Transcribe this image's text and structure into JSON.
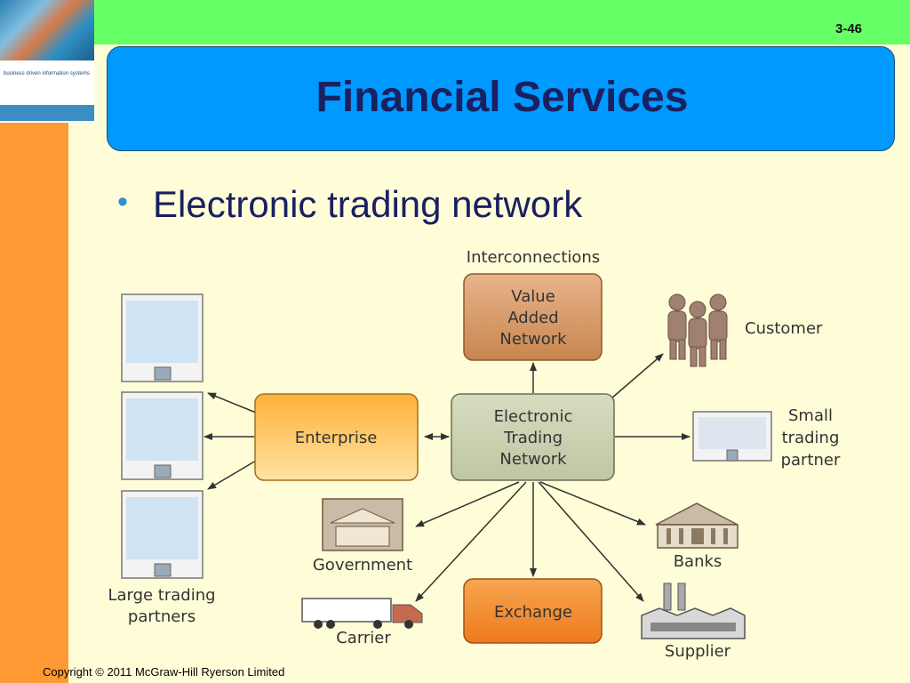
{
  "slide": {
    "number": "3-46",
    "title": "Financial Services",
    "bullet": "Electronic trading network",
    "copyright": "Copyright © 2011 McGraw-Hill Ryerson Limited"
  },
  "cover": {
    "title": "business driven information systems"
  },
  "diagram": {
    "interconnections_label": "Interconnections",
    "van": [
      "Value",
      "Added",
      "Network"
    ],
    "etn": [
      "Electronic",
      "Trading",
      "Network"
    ],
    "enterprise": "Enterprise",
    "exchange": "Exchange",
    "customer": "Customer",
    "small_partner": [
      "Small",
      "trading",
      "partner"
    ],
    "large_partners": [
      "Large trading",
      "partners"
    ],
    "government": "Government",
    "banks": "Banks",
    "carrier": "Carrier",
    "supplier": "Supplier"
  },
  "colors": {
    "title_bar": "#0099FF",
    "top_band": "#66FF66",
    "left_band": "#FF9933",
    "background": "#FFFDD8"
  }
}
